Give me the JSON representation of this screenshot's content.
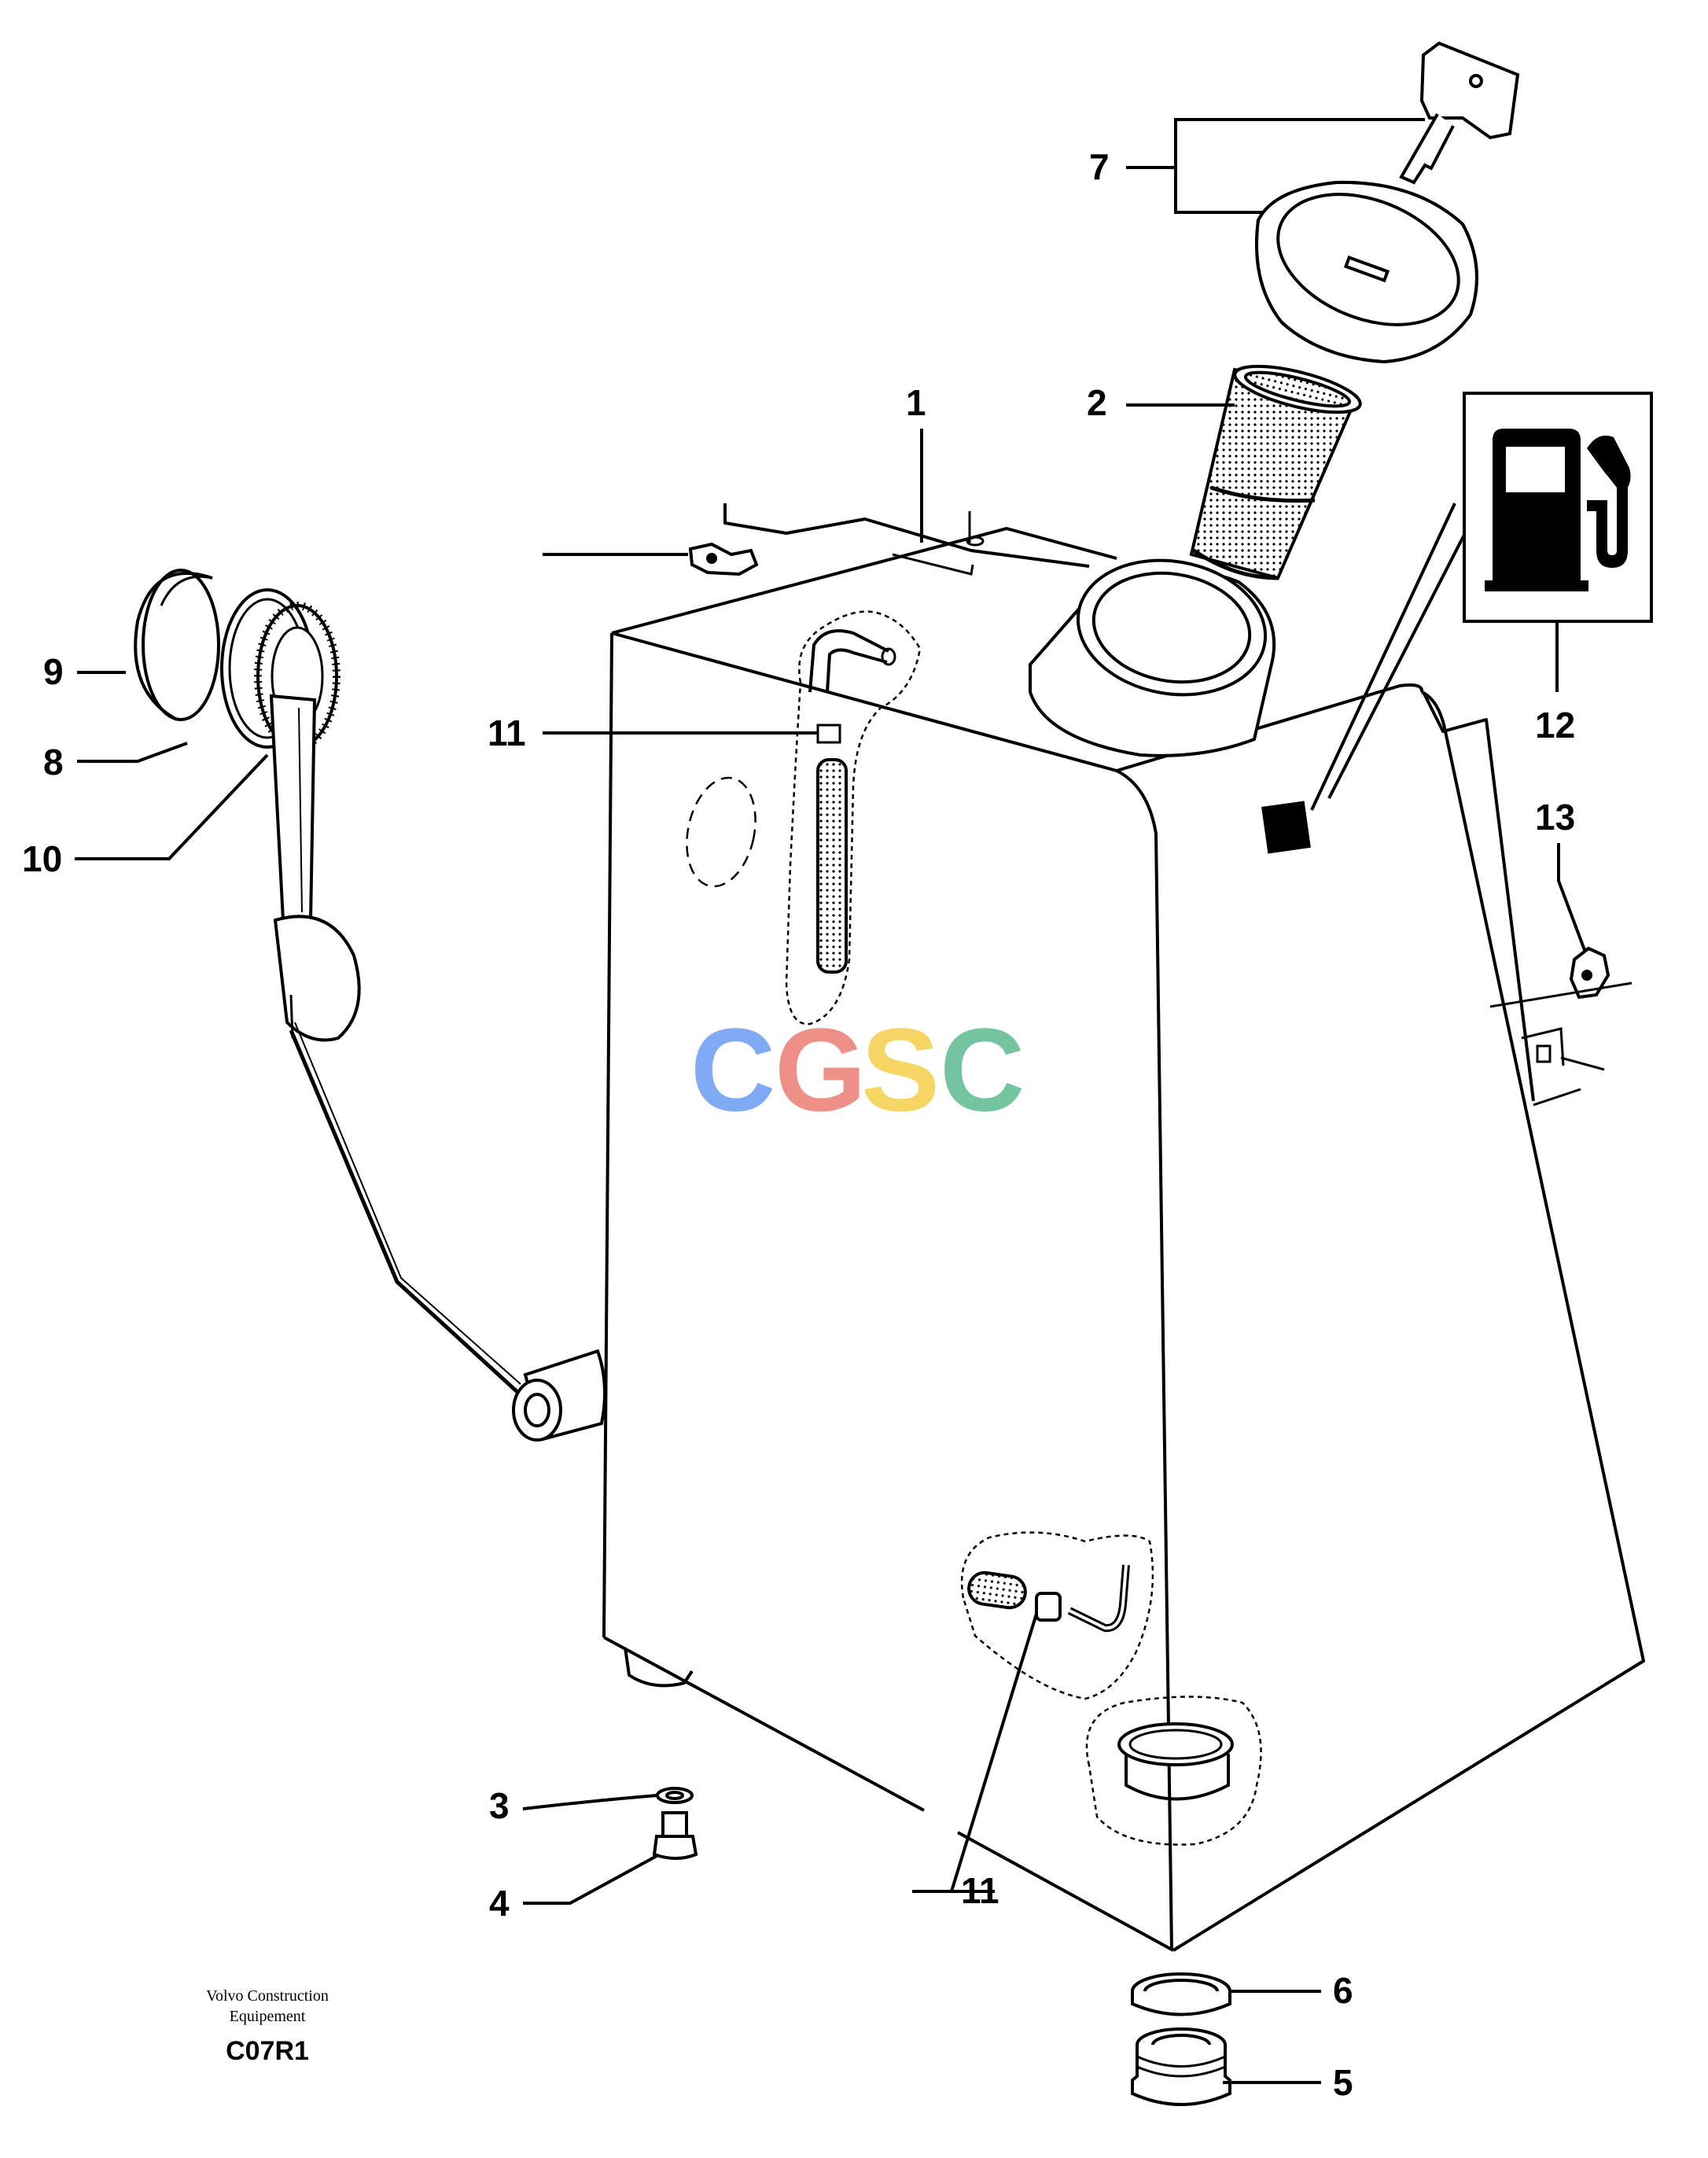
{
  "callouts": [
    "1",
    "2",
    "3",
    "4",
    "5",
    "6",
    "7",
    "8",
    "9",
    "10",
    "11",
    "11",
    "12",
    "13"
  ],
  "footer": {
    "org_line1": "Volvo Construction",
    "org_line2": "Equipement",
    "code": "C07R1"
  },
  "watermark": {
    "letters": [
      "C",
      "G",
      "S",
      "C"
    ],
    "colors": [
      "#7aa7f4",
      "#ef8b82",
      "#f7d35c",
      "#6cc19a"
    ]
  },
  "icons": [
    "fuel-pump-icon",
    "key-icon",
    "filler-cap-icon",
    "strainer-icon",
    "fuel-gauge-sender-icon",
    "drain-plug-icon"
  ],
  "colors": {
    "line": "#000000",
    "background": "#ffffff"
  }
}
